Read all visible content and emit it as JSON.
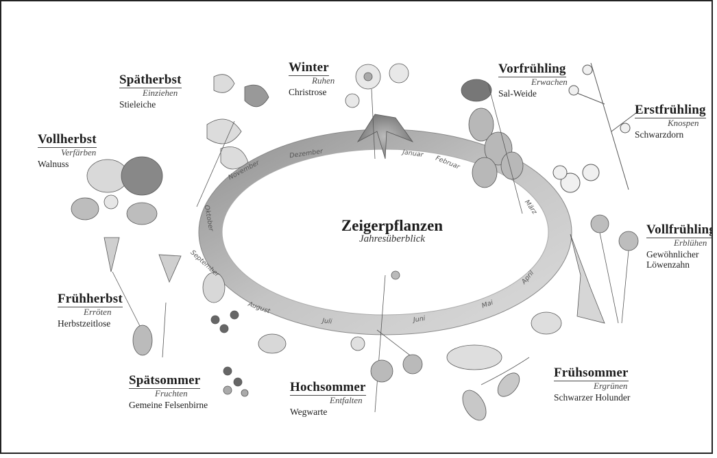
{
  "center": {
    "title": "Zeigerpflanzen",
    "subtitle": "Jahresüberblick"
  },
  "months": [
    "Januar",
    "Februar",
    "März",
    "April",
    "Mai",
    "Juni",
    "Juli",
    "August",
    "September",
    "Oktober",
    "November",
    "Dezember"
  ],
  "seasons": [
    {
      "key": "winter",
      "name": "Winter",
      "phase": "Ruhen",
      "plant": "Christrose"
    },
    {
      "key": "vorfruehling",
      "name": "Vorfrühling",
      "phase": "Erwachen",
      "plant": "Sal-Weide"
    },
    {
      "key": "erstfruehling",
      "name": "Erstfrühling",
      "phase": "Knospen",
      "plant": "Schwarzdorn"
    },
    {
      "key": "vollfruehling",
      "name": "Vollfrühling",
      "phase": "Erblühen",
      "plant": "Gewöhnlicher Löwenzahn"
    },
    {
      "key": "fruehsommer",
      "name": "Frühsommer",
      "phase": "Ergrünen",
      "plant": "Schwarzer Holunder"
    },
    {
      "key": "hochsommer",
      "name": "Hochsommer",
      "phase": "Entfalten",
      "plant": "Wegwarte"
    },
    {
      "key": "spaetsommer",
      "name": "Spätsommer",
      "phase": "Fruchten",
      "plant": "Gemeine Felsenbirne"
    },
    {
      "key": "fruehherbst",
      "name": "Frühherbst",
      "phase": "Erröten",
      "plant": "Herbstzeitlose"
    },
    {
      "key": "vollherbst",
      "name": "Vollherbst",
      "phase": "Verfärben",
      "plant": "Walnuss"
    },
    {
      "key": "spaetherbst",
      "name": "Spätherbst",
      "phase": "Einziehen",
      "plant": "Stieleiche"
    }
  ]
}
